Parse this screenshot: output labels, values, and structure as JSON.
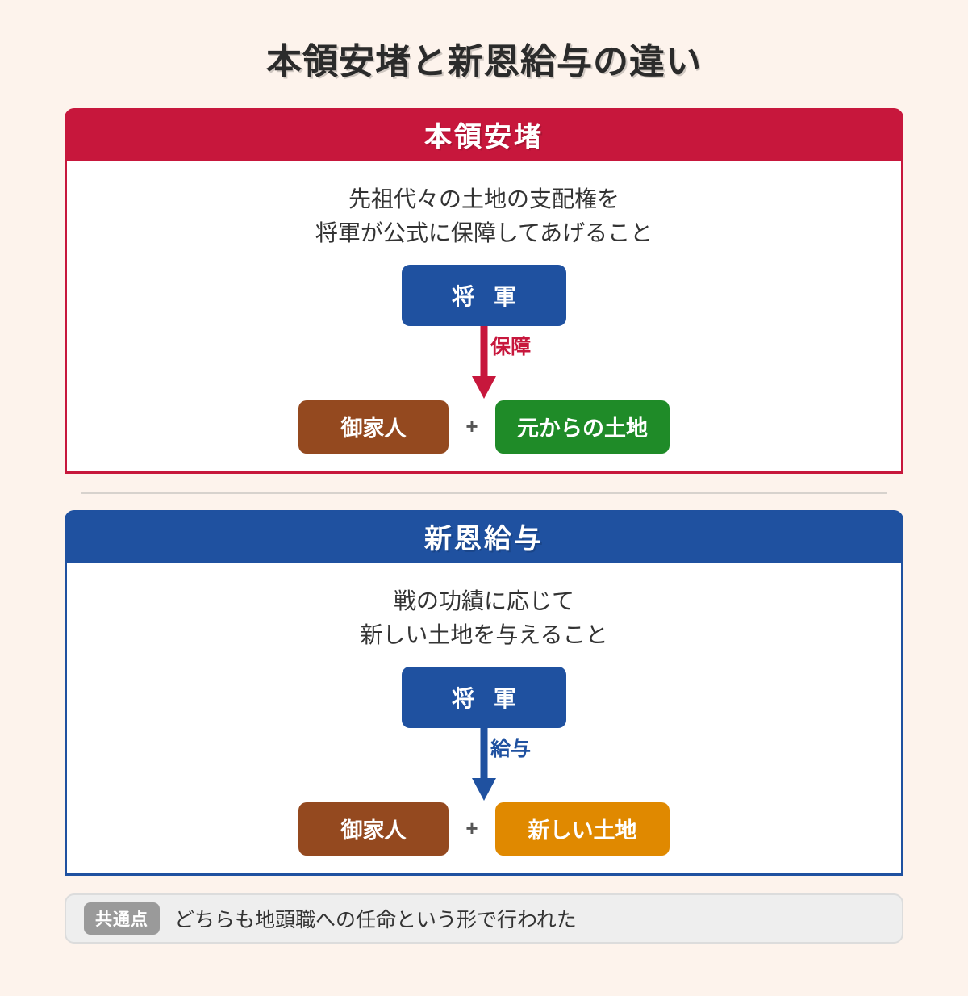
{
  "title": "本領安堵と新恩給与の違い",
  "sections": [
    {
      "header": "本領安堵",
      "accent": "#c7173c",
      "description_line1": "先祖代々の土地の支配権を",
      "description_line2": "将軍が公式に保障してあげること",
      "diagram": {
        "top_node": "将 軍",
        "arrow_label": "保障",
        "left_node": "御家人",
        "operator": "+",
        "right_node": "元からの土地",
        "right_node_color": "#1f8b28"
      }
    },
    {
      "header": "新恩給与",
      "accent": "#1f51a0",
      "description_line1": "戦の功績に応じて",
      "description_line2": "新しい土地を与えること",
      "diagram": {
        "top_node": "将 軍",
        "arrow_label": "給与",
        "left_node": "御家人",
        "operator": "+",
        "right_node": "新しい土地",
        "right_node_color": "#e08900"
      }
    }
  ],
  "footnote": {
    "badge": "共通点",
    "text": "どちらも地頭職への任命という形で行われた"
  }
}
